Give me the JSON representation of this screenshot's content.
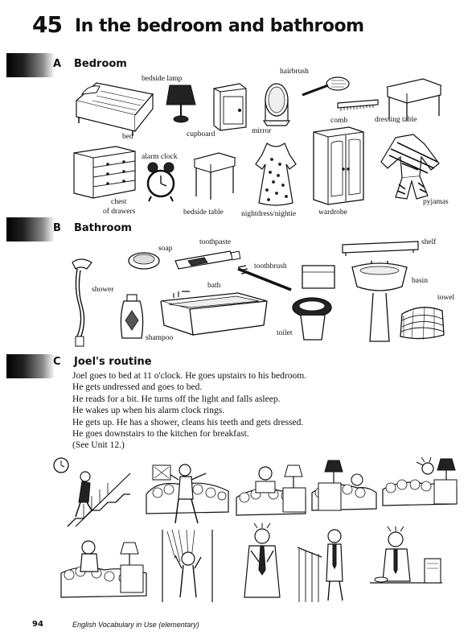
{
  "unit": {
    "number": "45",
    "title": "In the bedroom and bathroom"
  },
  "sections": {
    "a": {
      "letter": "A",
      "title": "Bedroom"
    },
    "b": {
      "letter": "B",
      "title": "Bathroom"
    },
    "c": {
      "letter": "C",
      "title": "Joel's routine"
    }
  },
  "bedroom_labels": {
    "bed": "bed",
    "bedside_lamp": "bedside lamp",
    "cupboard": "cupboard",
    "mirror": "mirror",
    "hairbrush": "hairbrush",
    "comb": "comb",
    "dressing_table": "dressing table",
    "chest_of_drawers_1": "chest",
    "chest_of_drawers_2": "of drawers",
    "alarm_clock": "alarm clock",
    "bedside_table": "bedside table",
    "nightdress": "nightdress/nightie",
    "wardrobe": "wardrobe",
    "pyjamas": "pyjamas"
  },
  "bathroom_labels": {
    "soap": "soap",
    "toothpaste": "toothpaste",
    "shelf": "shelf",
    "toothbrush": "toothbrush",
    "shower": "shower",
    "bath": "bath",
    "basin": "basin",
    "towel": "towel",
    "shampoo": "shampoo",
    "toilet": "toilet"
  },
  "routine": [
    "Joel goes to bed at 11 o'clock. He goes upstairs to his bedroom.",
    "He gets undressed and goes to bed.",
    "He reads for a bit. He turns off the light and falls asleep.",
    "He wakes up when his alarm clock rings.",
    "He gets up. He has a shower, cleans his teeth and gets dressed.",
    "He goes downstairs to the kitchen for breakfast.",
    "(See Unit 12.)"
  ],
  "footer": {
    "page": "94",
    "book": "English Vocabulary in Use (elementary)"
  }
}
